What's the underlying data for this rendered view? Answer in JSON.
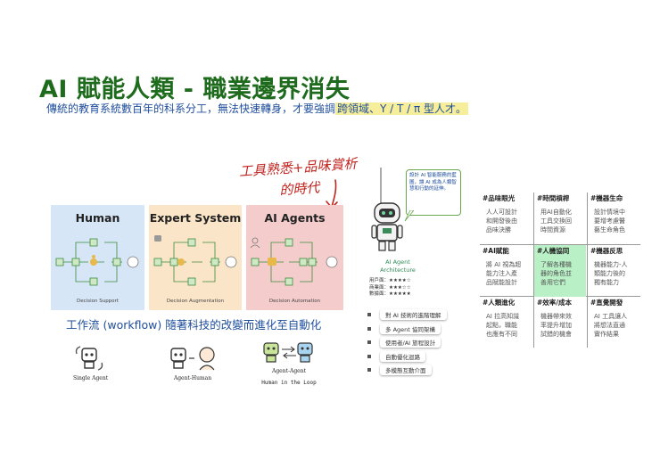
{
  "title": "AI 賦能人類 - 職業邊界消失",
  "subtitle_plain": "傳統的教育系統數百年的科系分工，無法快速轉身，才要強調",
  "subtitle_highlight": "跨領域、Y / T / π 型人才。",
  "handnote": {
    "line1": "工具熟悉+品味賞析",
    "line2": "的時代"
  },
  "panels": [
    {
      "title": "Human",
      "caption": "Decision Support"
    },
    {
      "title": "Expert System",
      "caption": "Decision Augmentation"
    },
    {
      "title": "AI Agents",
      "caption": "Decision Automation"
    }
  ],
  "workflow_caption": "工作流 (workflow) 隨著科技的改變而進化至自動化",
  "robots": {
    "single": "Single Agent",
    "agent_human": "Agent-Human",
    "agent_agent": "Agent-Agent",
    "loop": "Human in the Loop"
  },
  "architecture": {
    "bubble": "設計 AI 智能服務的藍圖，讓 AI 成為人類智慧和行動的延伸。",
    "title_line1": "AI Agent",
    "title_line2": "Architecture",
    "ratings": [
      {
        "label": "用戶面：",
        "stars": "★★★★☆"
      },
      {
        "label": "商業面：",
        "stars": "★★★☆☆"
      },
      {
        "label": "數據面：",
        "stars": "★★★★★"
      }
    ]
  },
  "list_items": [
    "對 AI 技術的進階理解",
    "多 Agent 協同架構",
    "使用者/AI 旅程設計",
    "自動優化迴路",
    "多模態互動介面"
  ],
  "grid": [
    {
      "head": "#品味眼光",
      "body": [
        "人人可設計",
        "和開發後由",
        "品味決勝"
      ],
      "highlight": false
    },
    {
      "head": "#時間槓桿",
      "body": [
        "用AI自動化",
        "工具交換回",
        "時間資源"
      ],
      "highlight": false
    },
    {
      "head": "#機器生命",
      "body": [
        "設計情境中",
        "要增考慮醫",
        "藝生命角色"
      ],
      "highlight": false
    },
    {
      "head": "#AI賦能",
      "body": [
        "將 AI 視為超",
        "能力注入產",
        "品賦能設計"
      ],
      "highlight": false
    },
    {
      "head": "#人機協同",
      "body": [
        "了解各種機",
        "器的角色並",
        "善用它們"
      ],
      "highlight": true
    },
    {
      "head": "#機器反思",
      "body": [
        "機器能力-人",
        "類能力後的",
        "獨有能力"
      ],
      "highlight": false
    },
    {
      "head": "#人類進化",
      "body": [
        "AI 拉高知識",
        "起點，職能",
        "也應有不同"
      ],
      "highlight": false
    },
    {
      "head": "#效率/成本",
      "body": [
        "機器帶來效",
        "率提升增加",
        "試錯的機會"
      ],
      "highlight": false
    },
    {
      "head": "#直覺開發",
      "body": [
        "AI 工具讓人",
        "將想法直通",
        "實作結果"
      ],
      "highlight": false
    }
  ],
  "colors": {
    "title": "#1e6b1e",
    "subtitle": "#1f4e9c",
    "highlight": "#f6ee9a",
    "handnote": "#c0231e",
    "cell_highlight": "#b9f0c6"
  }
}
